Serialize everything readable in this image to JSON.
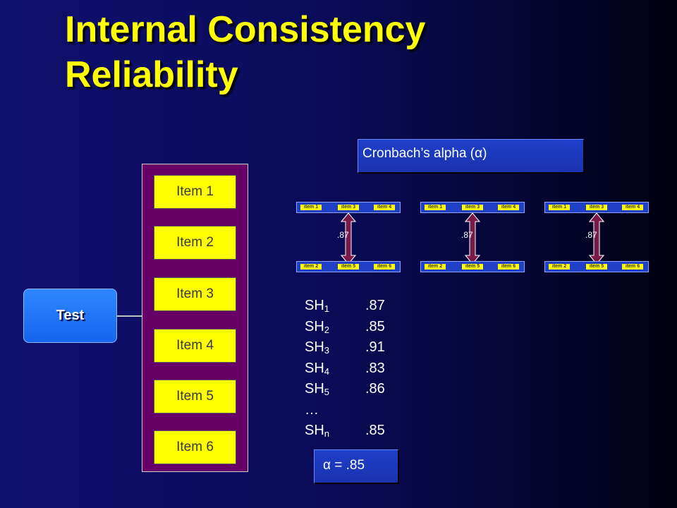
{
  "title": {
    "line1": "Internal Consistency",
    "line2": "Reliability"
  },
  "test_label": "Test",
  "items": [
    "Item 1",
    "Item 2",
    "Item 3",
    "Item 4",
    "Item 5",
    "Item 6"
  ],
  "cronbach_label": "Cronbach’s alpha (α)",
  "splits": [
    {
      "top": [
        "item 1",
        "item 3",
        "item 4"
      ],
      "bottom": [
        "item 2",
        "item 5",
        "item 6"
      ],
      "correlation": ".87"
    },
    {
      "top": [
        "item 1",
        "item 3",
        "item 4"
      ],
      "bottom": [
        "item 2",
        "item 5",
        "item 6"
      ],
      "correlation": ".87"
    },
    {
      "top": [
        "item 1",
        "item 3",
        "item 4"
      ],
      "bottom": [
        "item 2",
        "item 5",
        "item 6"
      ],
      "correlation": ".87"
    }
  ],
  "split_halves": [
    {
      "label": "SH",
      "sub": "1",
      "value": ".87"
    },
    {
      "label": "SH",
      "sub": "2",
      "value": ".85"
    },
    {
      "label": "SH",
      "sub": "3",
      "value": ".91"
    },
    {
      "label": "SH",
      "sub": "4",
      "value": ".83"
    },
    {
      "label": "SH",
      "sub": "5",
      "value": ".86"
    },
    {
      "label": "…",
      "sub": "",
      "value": ""
    },
    {
      "label": "SH",
      "sub": "n",
      "value": ".85"
    }
  ],
  "alpha_result": "α = .85",
  "colors": {
    "title": "#ffff00",
    "item_fill": "#ffff00",
    "panel": "#660066",
    "box_blue": "#1a33b0",
    "arrow": "#7a1a4a"
  }
}
